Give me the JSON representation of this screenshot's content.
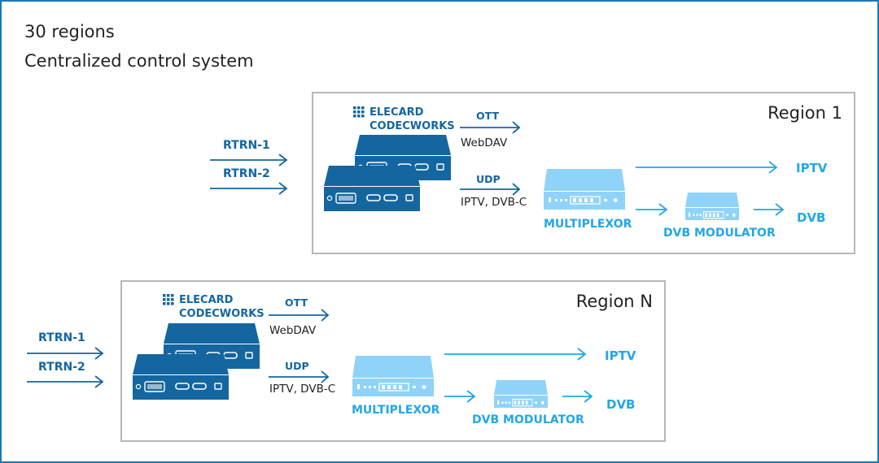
{
  "header": {
    "line1": "30 regions",
    "line2": "Centralized control system"
  },
  "regions": [
    {
      "title": "Region 1",
      "inputs": [
        "RTRN-1",
        "RTRN-2"
      ],
      "brand": [
        "ELECARD",
        "CODECWORKS"
      ],
      "ott": {
        "label": "OTT",
        "sub": "WebDAV"
      },
      "udp": {
        "label": "UDP",
        "sub": "IPTV, DVB-C"
      },
      "multiplexor": "MULTIPLEXOR",
      "modulator": "DVB MODULATOR",
      "iptv": "IPTV",
      "dvb": "DVB"
    },
    {
      "title": "Region N",
      "inputs": [
        "RTRN-1",
        "RTRN-2"
      ],
      "brand": [
        "ELECARD",
        "CODECWORKS"
      ],
      "ott": {
        "label": "OTT",
        "sub": "WebDAV"
      },
      "udp": {
        "label": "UDP",
        "sub": "IPTV, DVB-C"
      },
      "multiplexor": "MULTIPLEXOR",
      "modulator": "DVB MODULATOR",
      "iptv": "IPTV",
      "dvb": "DVB"
    }
  ],
  "colors": {
    "frame": "#1a78b8",
    "dark_blue": "#1466a0",
    "light_blue": "#22a7e6",
    "device_light": "#8fd3f8",
    "region_border": "#b8b8b8"
  }
}
